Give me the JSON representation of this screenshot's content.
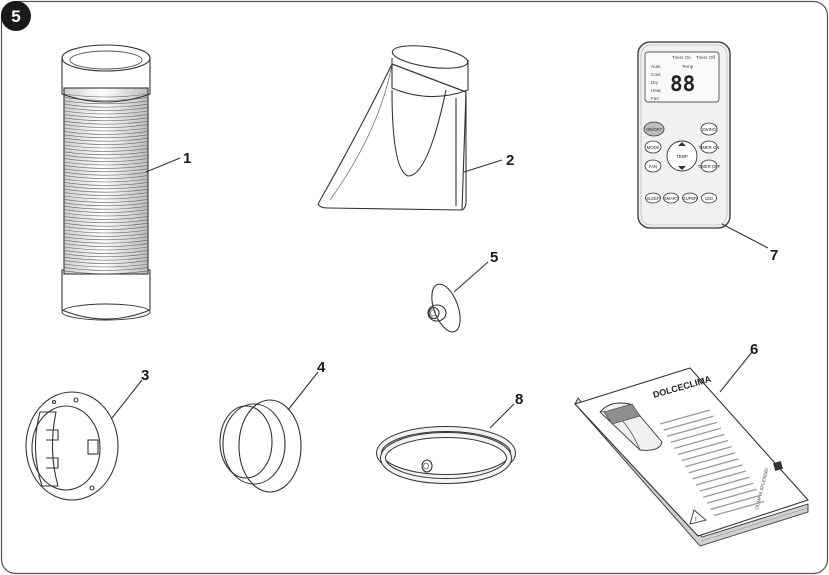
{
  "figure": {
    "badge": "5",
    "colors": {
      "stroke": "#333333",
      "badge_bg": "#1a1a1a",
      "part_fill": "#f2f2f2",
      "shadow": "#d8d8d8"
    }
  },
  "parts": [
    {
      "label": "1",
      "icon": "flexible-exhaust-hose-icon"
    },
    {
      "label": "2",
      "icon": "window-nozzle-adapter-icon"
    },
    {
      "label": "3",
      "icon": "wall-flange-icon"
    },
    {
      "label": "4",
      "icon": "flange-cap-icon"
    },
    {
      "label": "5",
      "icon": "drain-connector-icon"
    },
    {
      "label": "6",
      "icon": "instruction-manual-icon"
    },
    {
      "label": "7",
      "icon": "remote-control-icon"
    },
    {
      "label": "8",
      "icon": "drain-tube-icon"
    }
  ],
  "remote": {
    "timer_on": "Timer On",
    "timer_off": "Timer Off",
    "modes": [
      "Auto",
      "Cool",
      "Dry",
      "Heat",
      "Fan"
    ],
    "temp_label": "Temp",
    "display": "88",
    "buttons": {
      "on_off": "ON/OFF",
      "mode": "MODE",
      "fan": "FAN",
      "temp": "TEMP",
      "swing": "SWING",
      "timer_on": "TIMER ON",
      "timer_off": "TIMER OFF",
      "sleep": "SLEEP",
      "smart": "SMART",
      "super": "SUPER",
      "led": "LED"
    }
  },
  "manual": {
    "title": "DOLCECLIMA",
    "brand": "OLIMPIA SPLENDID"
  }
}
